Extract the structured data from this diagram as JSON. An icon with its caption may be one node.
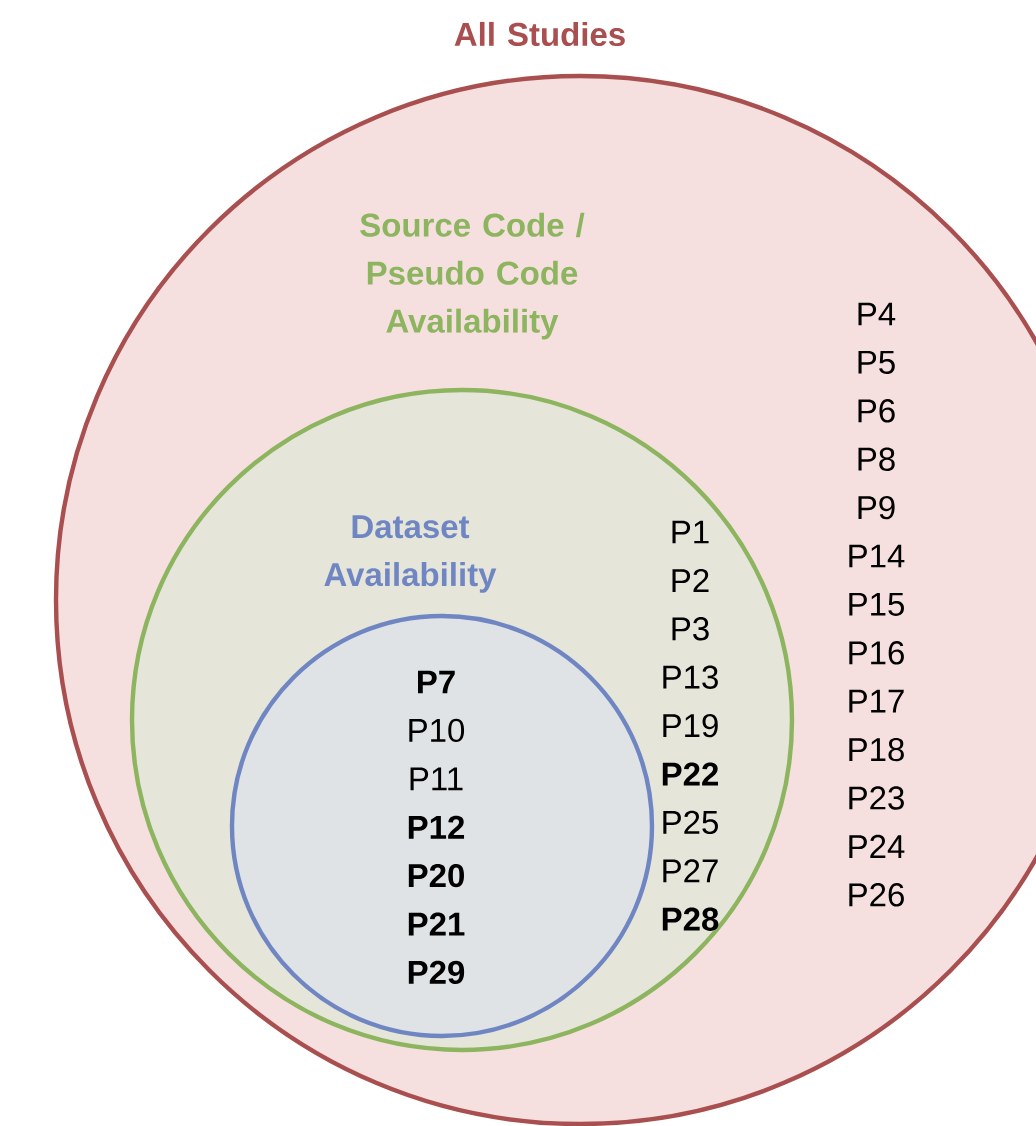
{
  "diagram": {
    "nodes": [
      {
        "text": [
          "All Studies",
          "P4",
          "P5",
          "P6",
          "P8",
          "P9",
          "P14",
          "P15",
          "P16",
          "P17",
          "P18",
          "P23",
          "P24",
          "P26"
        ]
      },
      {
        "text": [
          "Source Code / Pseudo Code Availability",
          "P1",
          "P2",
          "P3",
          "P13",
          "P19",
          "**P22**",
          "P25",
          "P27",
          "**P28**"
        ],
        "in": 0
      },
      {
        "text": [
          "Dataset Availability",
          "**P7**",
          "P10",
          "P11",
          "**P12**",
          "**P20**",
          "**P21**",
          "**P29**"
        ],
        "in": 1
      }
    ]
  }
}
